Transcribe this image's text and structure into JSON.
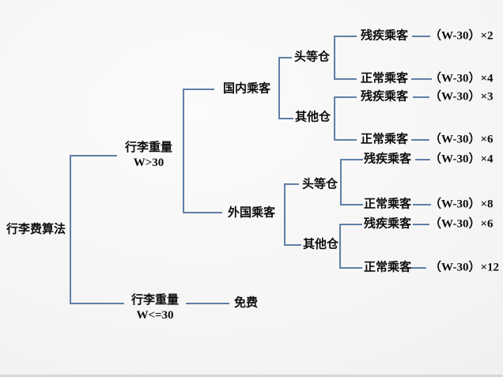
{
  "colors": {
    "line": "#5f7fa6",
    "text": "#0c0c0c",
    "background": "#f4f4f4",
    "bottom_edge": "#d6d6d6"
  },
  "tree": {
    "root": "行李费算法",
    "level2": [
      {
        "title": "行李重量",
        "condition": "W>30"
      },
      {
        "title": "行李重量",
        "condition": "W<=30"
      }
    ],
    "free_label": "免费",
    "passengers": [
      {
        "label": "国内乘客"
      },
      {
        "label": "外国乘客"
      }
    ],
    "cabins": [
      {
        "label": "头等仓"
      },
      {
        "label": "其他仓"
      },
      {
        "label": "头等仓"
      },
      {
        "label": "其他仓"
      }
    ],
    "leaves": [
      {
        "label": "残疾乘客",
        "formula": "（W-30）×2"
      },
      {
        "label": "正常乘客",
        "formula": "（W-30）×4"
      },
      {
        "label": "残疾乘客",
        "formula": "（W-30）×3"
      },
      {
        "label": "正常乘客",
        "formula": "（W-30）×6"
      },
      {
        "label": "残疾乘客",
        "formula": "（W-30）×4"
      },
      {
        "label": "正常乘客",
        "formula": "（W-30）×8"
      },
      {
        "label": "残疾乘客",
        "formula": "（W-30）×6"
      },
      {
        "label": "正常乘客",
        "formula": "（W-30）×12"
      }
    ]
  }
}
